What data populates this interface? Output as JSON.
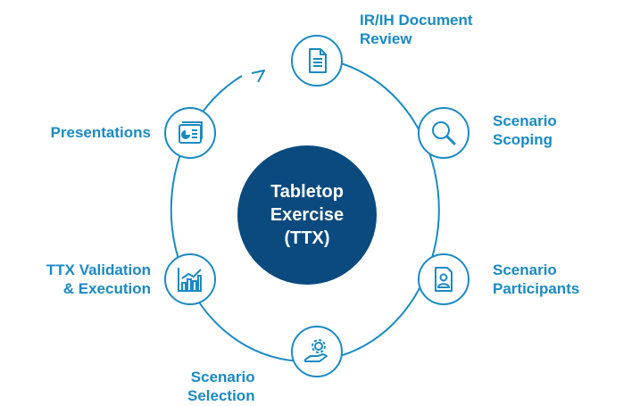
{
  "center": {
    "line1": "Tabletop",
    "line2": "Exercise",
    "line3": "(TTX)"
  },
  "steps": [
    {
      "id": "ir-ih-document-review",
      "line1": "IR/IH Document",
      "line2": "Review",
      "icon": "document-icon"
    },
    {
      "id": "scenario-scoping",
      "line1": "Scenario",
      "line2": "Scoping",
      "icon": "magnifier-icon"
    },
    {
      "id": "scenario-participants",
      "line1": "Scenario",
      "line2": "Participants",
      "icon": "participant-badge-icon"
    },
    {
      "id": "scenario-selection",
      "line1": "Scenario",
      "line2": "Selection",
      "icon": "gear-hand-icon"
    },
    {
      "id": "ttx-validation-execution",
      "line1": "TTX Validation",
      "line2": "& Execution",
      "icon": "growth-chart-icon"
    },
    {
      "id": "presentations",
      "line1": "Presentations",
      "line2": "",
      "icon": "presentation-slides-icon"
    }
  ],
  "colors": {
    "accent": "#1b8ac4",
    "center": "#0a4a7f"
  }
}
